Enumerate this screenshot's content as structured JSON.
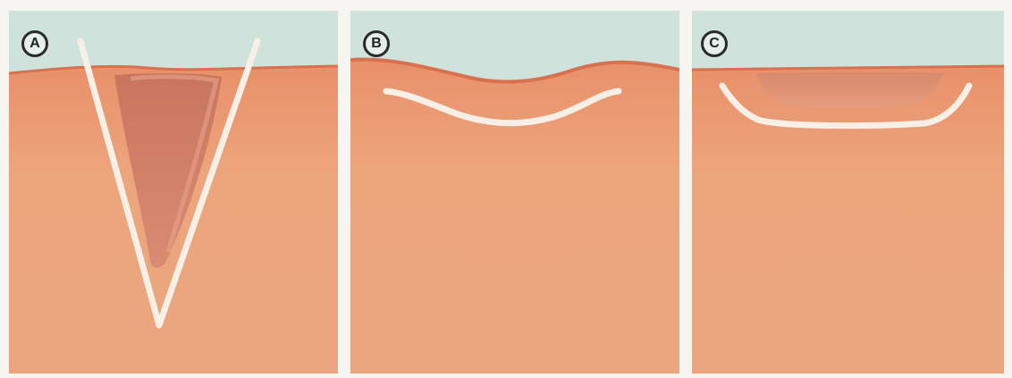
{
  "panels": [
    {
      "id": "A",
      "label": "A"
    },
    {
      "id": "B",
      "label": "B"
    },
    {
      "id": "C",
      "label": "C"
    }
  ],
  "colors": {
    "background": "#f7f5f1",
    "air": "#cfe2db",
    "skin": "#eaa37c",
    "skin_edge": "#d9714f",
    "blade": "#f8f0e6",
    "badge_fill": "#e5f0ec",
    "badge_border": "#2a2a2a"
  }
}
